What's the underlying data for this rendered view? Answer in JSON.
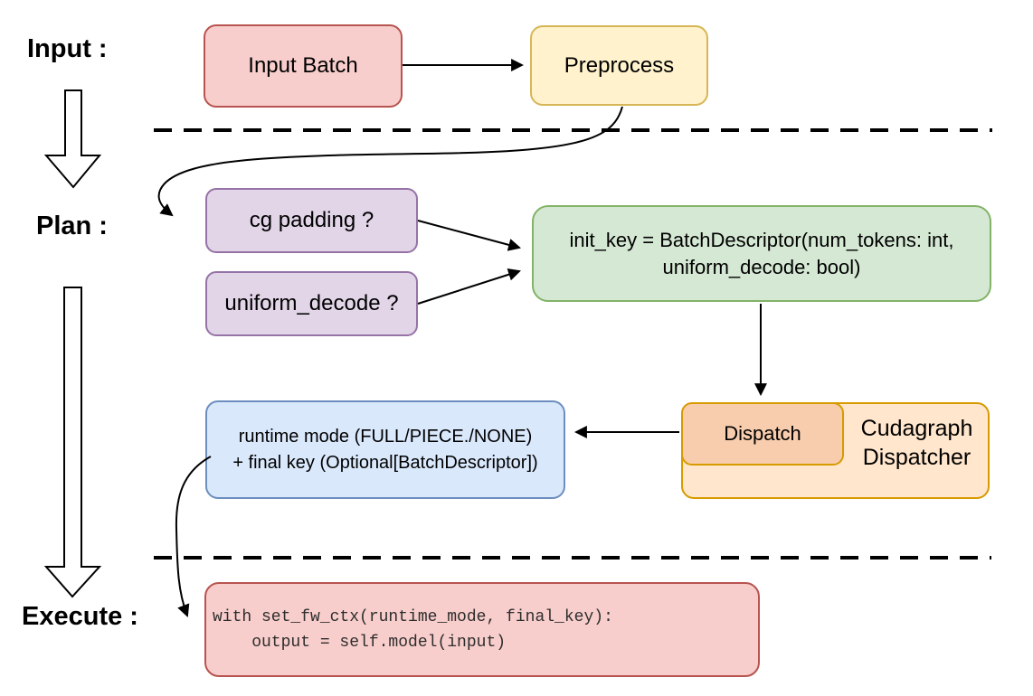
{
  "diagram": {
    "title_hint": "Cudagraph dispatch flow: Input / Plan / Execute",
    "stages": {
      "input_label": "Input :",
      "plan_label": "Plan :",
      "execute_label": "Execute :"
    },
    "nodes": {
      "input_batch": {
        "label": "Input Batch"
      },
      "preprocess": {
        "label": "Preprocess"
      },
      "cg_padding": {
        "label": "cg padding ?"
      },
      "uniform_decode": {
        "label": "uniform_decode ?"
      },
      "init_key": {
        "line1": "init_key = BatchDescriptor(num_tokens: int,",
        "line2": "uniform_decode: bool)"
      },
      "runtime_mode": {
        "line1": "runtime mode (FULL/PIECE./NONE)",
        "line2": "+ final key (Optional[BatchDescriptor])"
      },
      "dispatch": {
        "label": "Dispatch"
      },
      "cudagraph_dispatcher": {
        "line1": "Cudagraph",
        "line2": "Dispatcher"
      },
      "execute_code": {
        "line1": "with set_fw_ctx(runtime_mode, final_key):",
        "line2": "    output = self.model(input)"
      }
    },
    "colors": {
      "red_fill": "#f8cecc",
      "red_stroke": "#b85450",
      "yellow_fill": "#fff2cc",
      "yellow_stroke": "#d6b656",
      "purple_fill": "#e1d5e7",
      "purple_stroke": "#9673a6",
      "green_fill": "#d5e8d4",
      "green_stroke": "#82b366",
      "orange_fill": "#ffe6cc",
      "orange_inner_fill": "#f8cdae",
      "orange_stroke": "#d79b00",
      "blue_fill": "#dae8fc",
      "blue_stroke": "#6c8ebf",
      "connector_color": "#000000"
    }
  }
}
